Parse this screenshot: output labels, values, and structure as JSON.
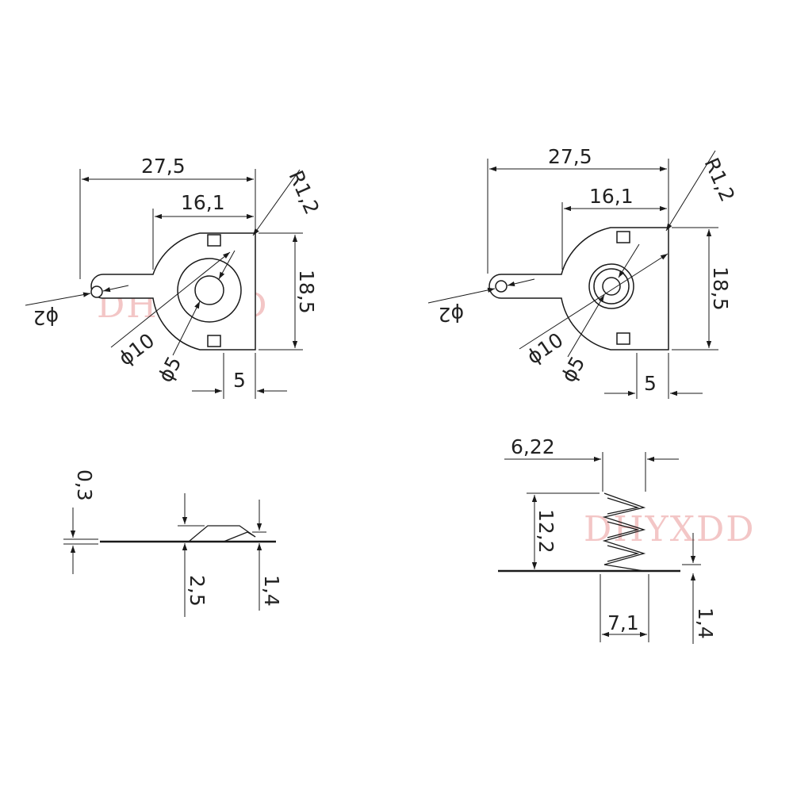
{
  "watermark": "DHYXDD",
  "colors": {
    "line": "#1a1a1a",
    "watermark": "#f3c6c6"
  },
  "top_left": {
    "overall_width": "27,5",
    "body_width": "16,1",
    "height": "18,5",
    "corner_radius": "R1,2",
    "hole_small": "ϕ2",
    "outer_diameter": "ϕ10",
    "inner_diameter": "ϕ5",
    "tab_offset": "5"
  },
  "top_right": {
    "overall_width": "27,5",
    "body_width": "16,1",
    "height": "18,5",
    "corner_radius": "R1,2",
    "hole_small": "ϕ2",
    "outer_diameter": "ϕ10",
    "inner_diameter": "ϕ5",
    "tab_offset": "5"
  },
  "bottom_left": {
    "thickness": "0,3",
    "bump_height": "2,5",
    "bump_rise": "1,4"
  },
  "bottom_right": {
    "spring_top_width": "6,22",
    "spring_height": "12,2",
    "spring_base_width": "7,1",
    "base_rise": "1,4"
  }
}
